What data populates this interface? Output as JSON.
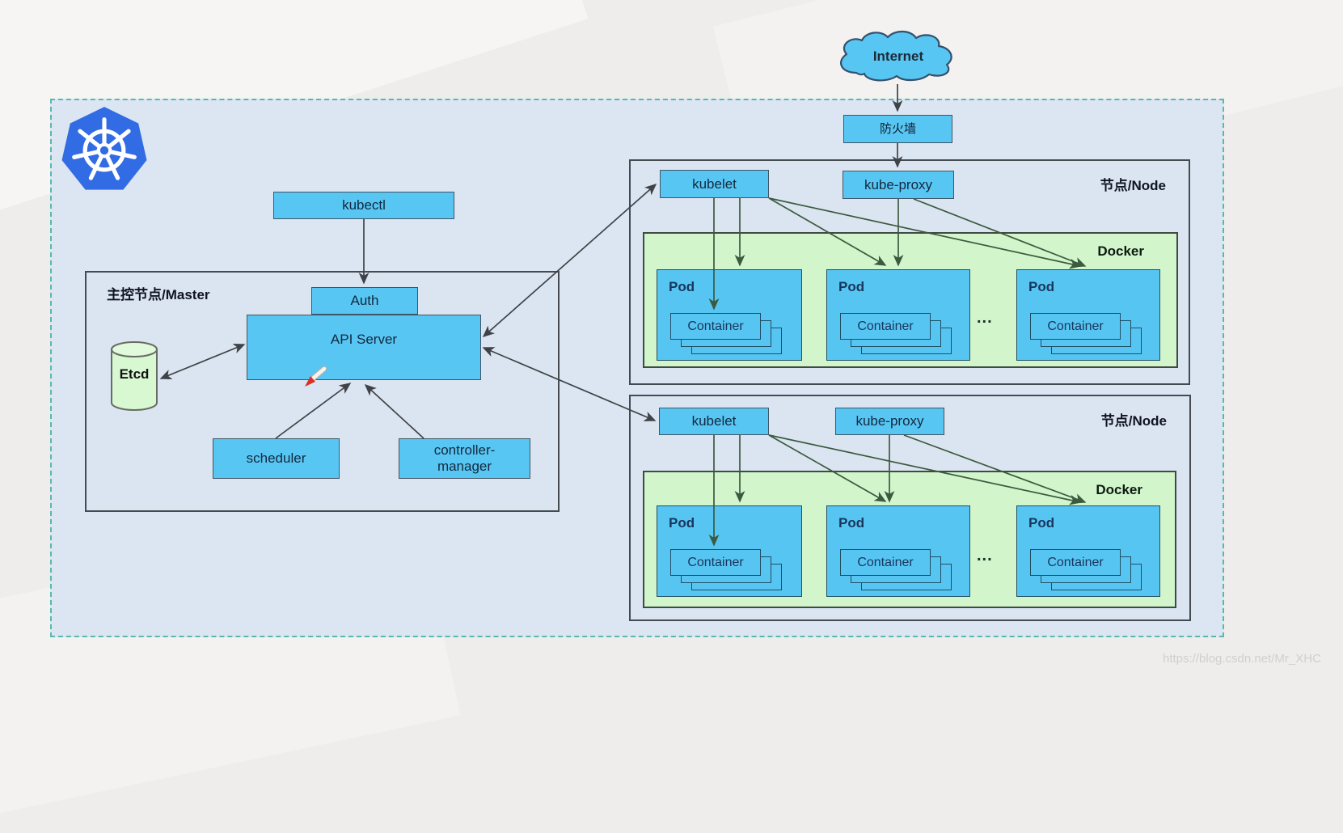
{
  "cluster": {
    "cloud_label": "Internet",
    "firewall_label": "防火墙",
    "watermark": "https://blog.csdn.net/Mr_XHC"
  },
  "master": {
    "title": "主控节点/Master",
    "kubectl": "kubectl",
    "auth": "Auth",
    "api_server": "API Server",
    "etcd": "Etcd",
    "scheduler": "scheduler",
    "controller_manager": "controller-\nmanager"
  },
  "nodes": [
    {
      "title": "节点/Node",
      "kubelet": "kubelet",
      "kube_proxy": "kube-proxy",
      "docker": "Docker",
      "dots": "...",
      "pods": [
        {
          "pod": "Pod",
          "container": "Container"
        },
        {
          "pod": "Pod",
          "container": "Container"
        },
        {
          "pod": "Pod",
          "container": "Container"
        }
      ]
    },
    {
      "title": "节点/Node",
      "kubelet": "kubelet",
      "kube_proxy": "kube-proxy",
      "docker": "Docker",
      "dots": "...",
      "pods": [
        {
          "pod": "Pod",
          "container": "Container"
        },
        {
          "pod": "Pod",
          "container": "Container"
        },
        {
          "pod": "Pod",
          "container": "Container"
        }
      ]
    }
  ],
  "colors": {
    "box_blue": "#58c6f3",
    "docker_green": "#d2f5cc",
    "cluster_fill": "#dce6f2",
    "dashed_border": "#57b9ae",
    "kubernetes_blue": "#326ce5",
    "arrow_dark": "#3f4347",
    "arrow_green": "#3b5a3e",
    "pointer_red": "#d93025"
  }
}
